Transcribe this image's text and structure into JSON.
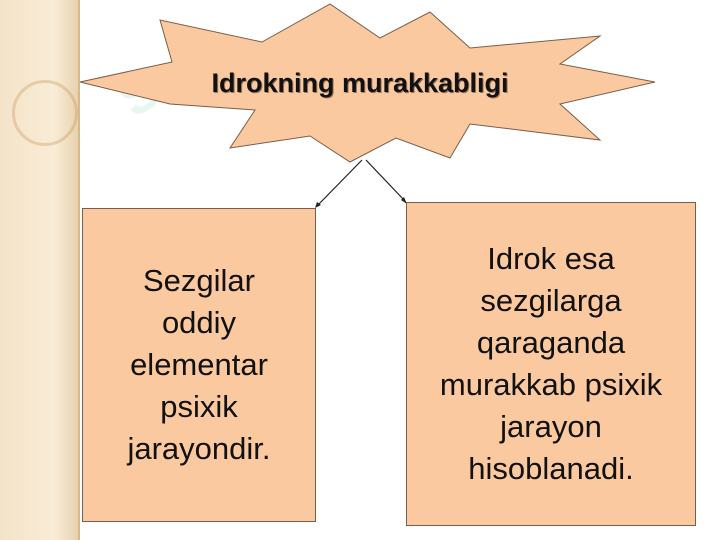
{
  "title": "Idrokning murakkabligi",
  "left_box": {
    "text": "Sezgilar\noddiy\nelementar\npsixik\njarayondir."
  },
  "right_box": {
    "text": "Idrok esa\nsezgilarga\nqaraganda\nmurakkab psixik\njarayon\nhisoblanadi."
  },
  "colors": {
    "shape_fill": "#fbc9a0",
    "border": "#7a5d4a"
  }
}
